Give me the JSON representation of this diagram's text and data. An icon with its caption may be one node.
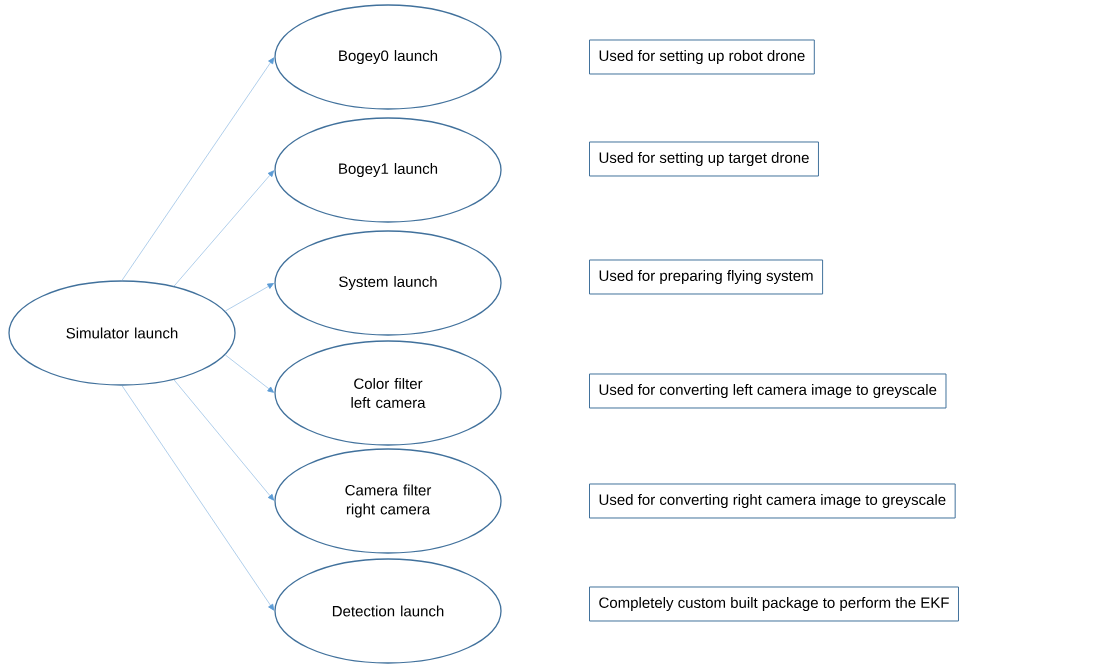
{
  "diagram": {
    "nodes": [
      {
        "text": [
          "Simulator launch"
        ]
      },
      {
        "text": [
          "Bogey0 launch"
        ]
      },
      {
        "text": [
          "Used for setting up robot drone"
        ]
      },
      {
        "text": [
          "Bogey1 launch"
        ]
      },
      {
        "text": [
          "Used for setting up target drone"
        ]
      },
      {
        "text": [
          "System launch"
        ]
      },
      {
        "text": [
          "Used for preparing flying system"
        ]
      },
      {
        "text": [
          "Color filter left camera"
        ]
      },
      {
        "text": [
          "Used for converting left camera image to greyscale"
        ]
      },
      {
        "text": [
          "Camera filter right camera"
        ]
      },
      {
        "text": [
          "Used for converting right camera image to greyscale"
        ]
      },
      {
        "text": [
          "Detection launch"
        ]
      },
      {
        "text": [
          "Completely custom built package to perform the EKF"
        ]
      }
    ],
    "edges": [
      {
        "from": 0,
        "to": 1,
        "arrow": "to"
      },
      {
        "from": 0,
        "to": 3,
        "arrow": "to"
      },
      {
        "from": 0,
        "to": 5,
        "arrow": "to"
      },
      {
        "from": 0,
        "to": 7,
        "arrow": "to"
      },
      {
        "from": 0,
        "to": 9,
        "arrow": "to"
      },
      {
        "from": 0,
        "to": 11,
        "arrow": "to"
      }
    ]
  }
}
